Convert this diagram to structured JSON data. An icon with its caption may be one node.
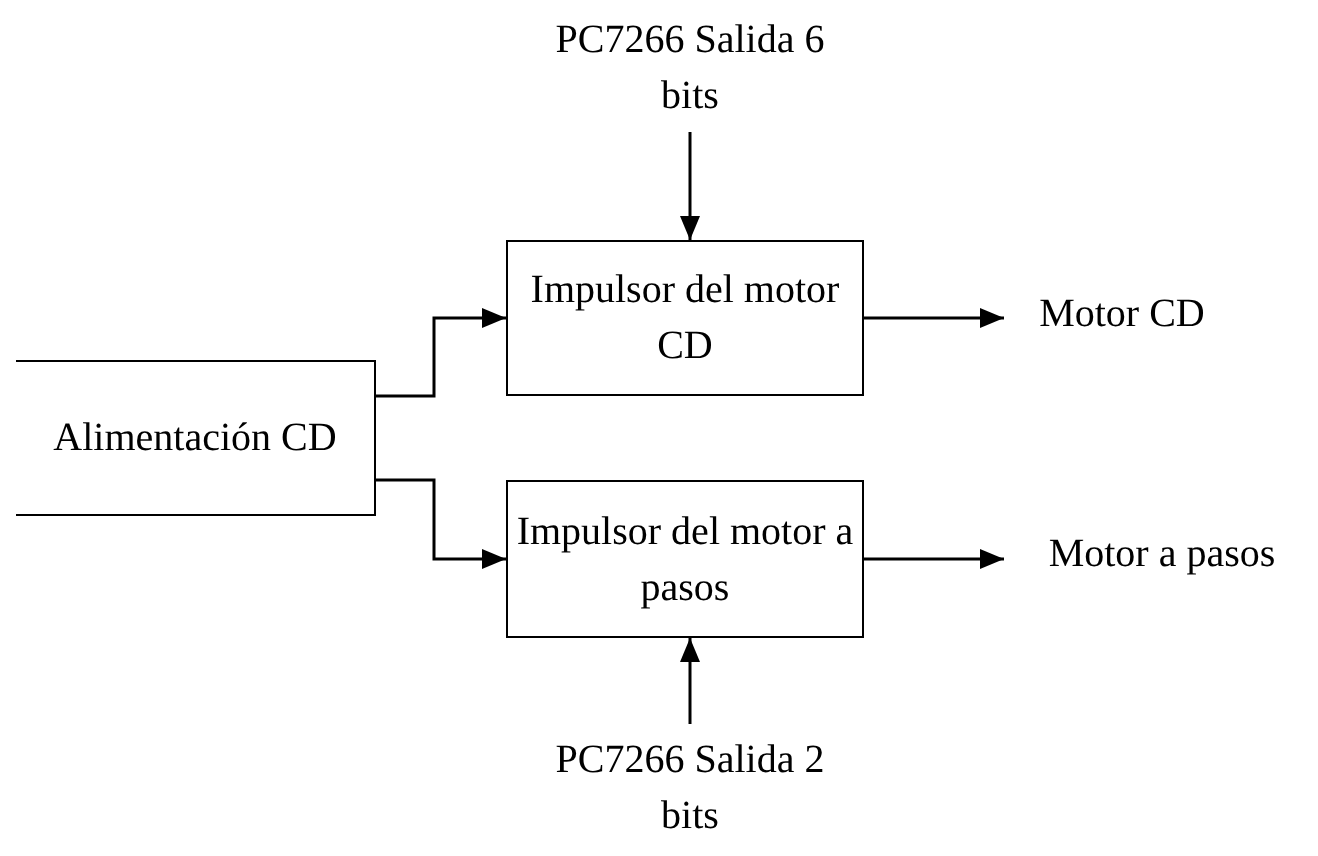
{
  "diagram": {
    "nodes": [
      {
        "text": [
          "Alimentación CD"
        ]
      },
      {
        "text": [
          "Impulsor del motor CD"
        ]
      },
      {
        "text": [
          "Impulsor del motor a pasos"
        ]
      },
      {
        "text": [
          "PC7266 Salida 6 bits"
        ]
      },
      {
        "text": [
          "Motor CD"
        ]
      },
      {
        "text": [
          "Motor a pasos"
        ]
      },
      {
        "text": [
          "PC7266 Salida 2 bits"
        ]
      }
    ],
    "edges": [
      {
        "from": 3,
        "to": 1,
        "arrow": "to"
      },
      {
        "from": 0,
        "to": 1,
        "arrow": "to"
      },
      {
        "from": 0,
        "to": 2,
        "arrow": "to"
      },
      {
        "from": 1,
        "to": 4,
        "arrow": "to"
      },
      {
        "from": 2,
        "to": 5,
        "arrow": "to"
      },
      {
        "from": 6,
        "to": 2,
        "arrow": "to"
      }
    ]
  }
}
